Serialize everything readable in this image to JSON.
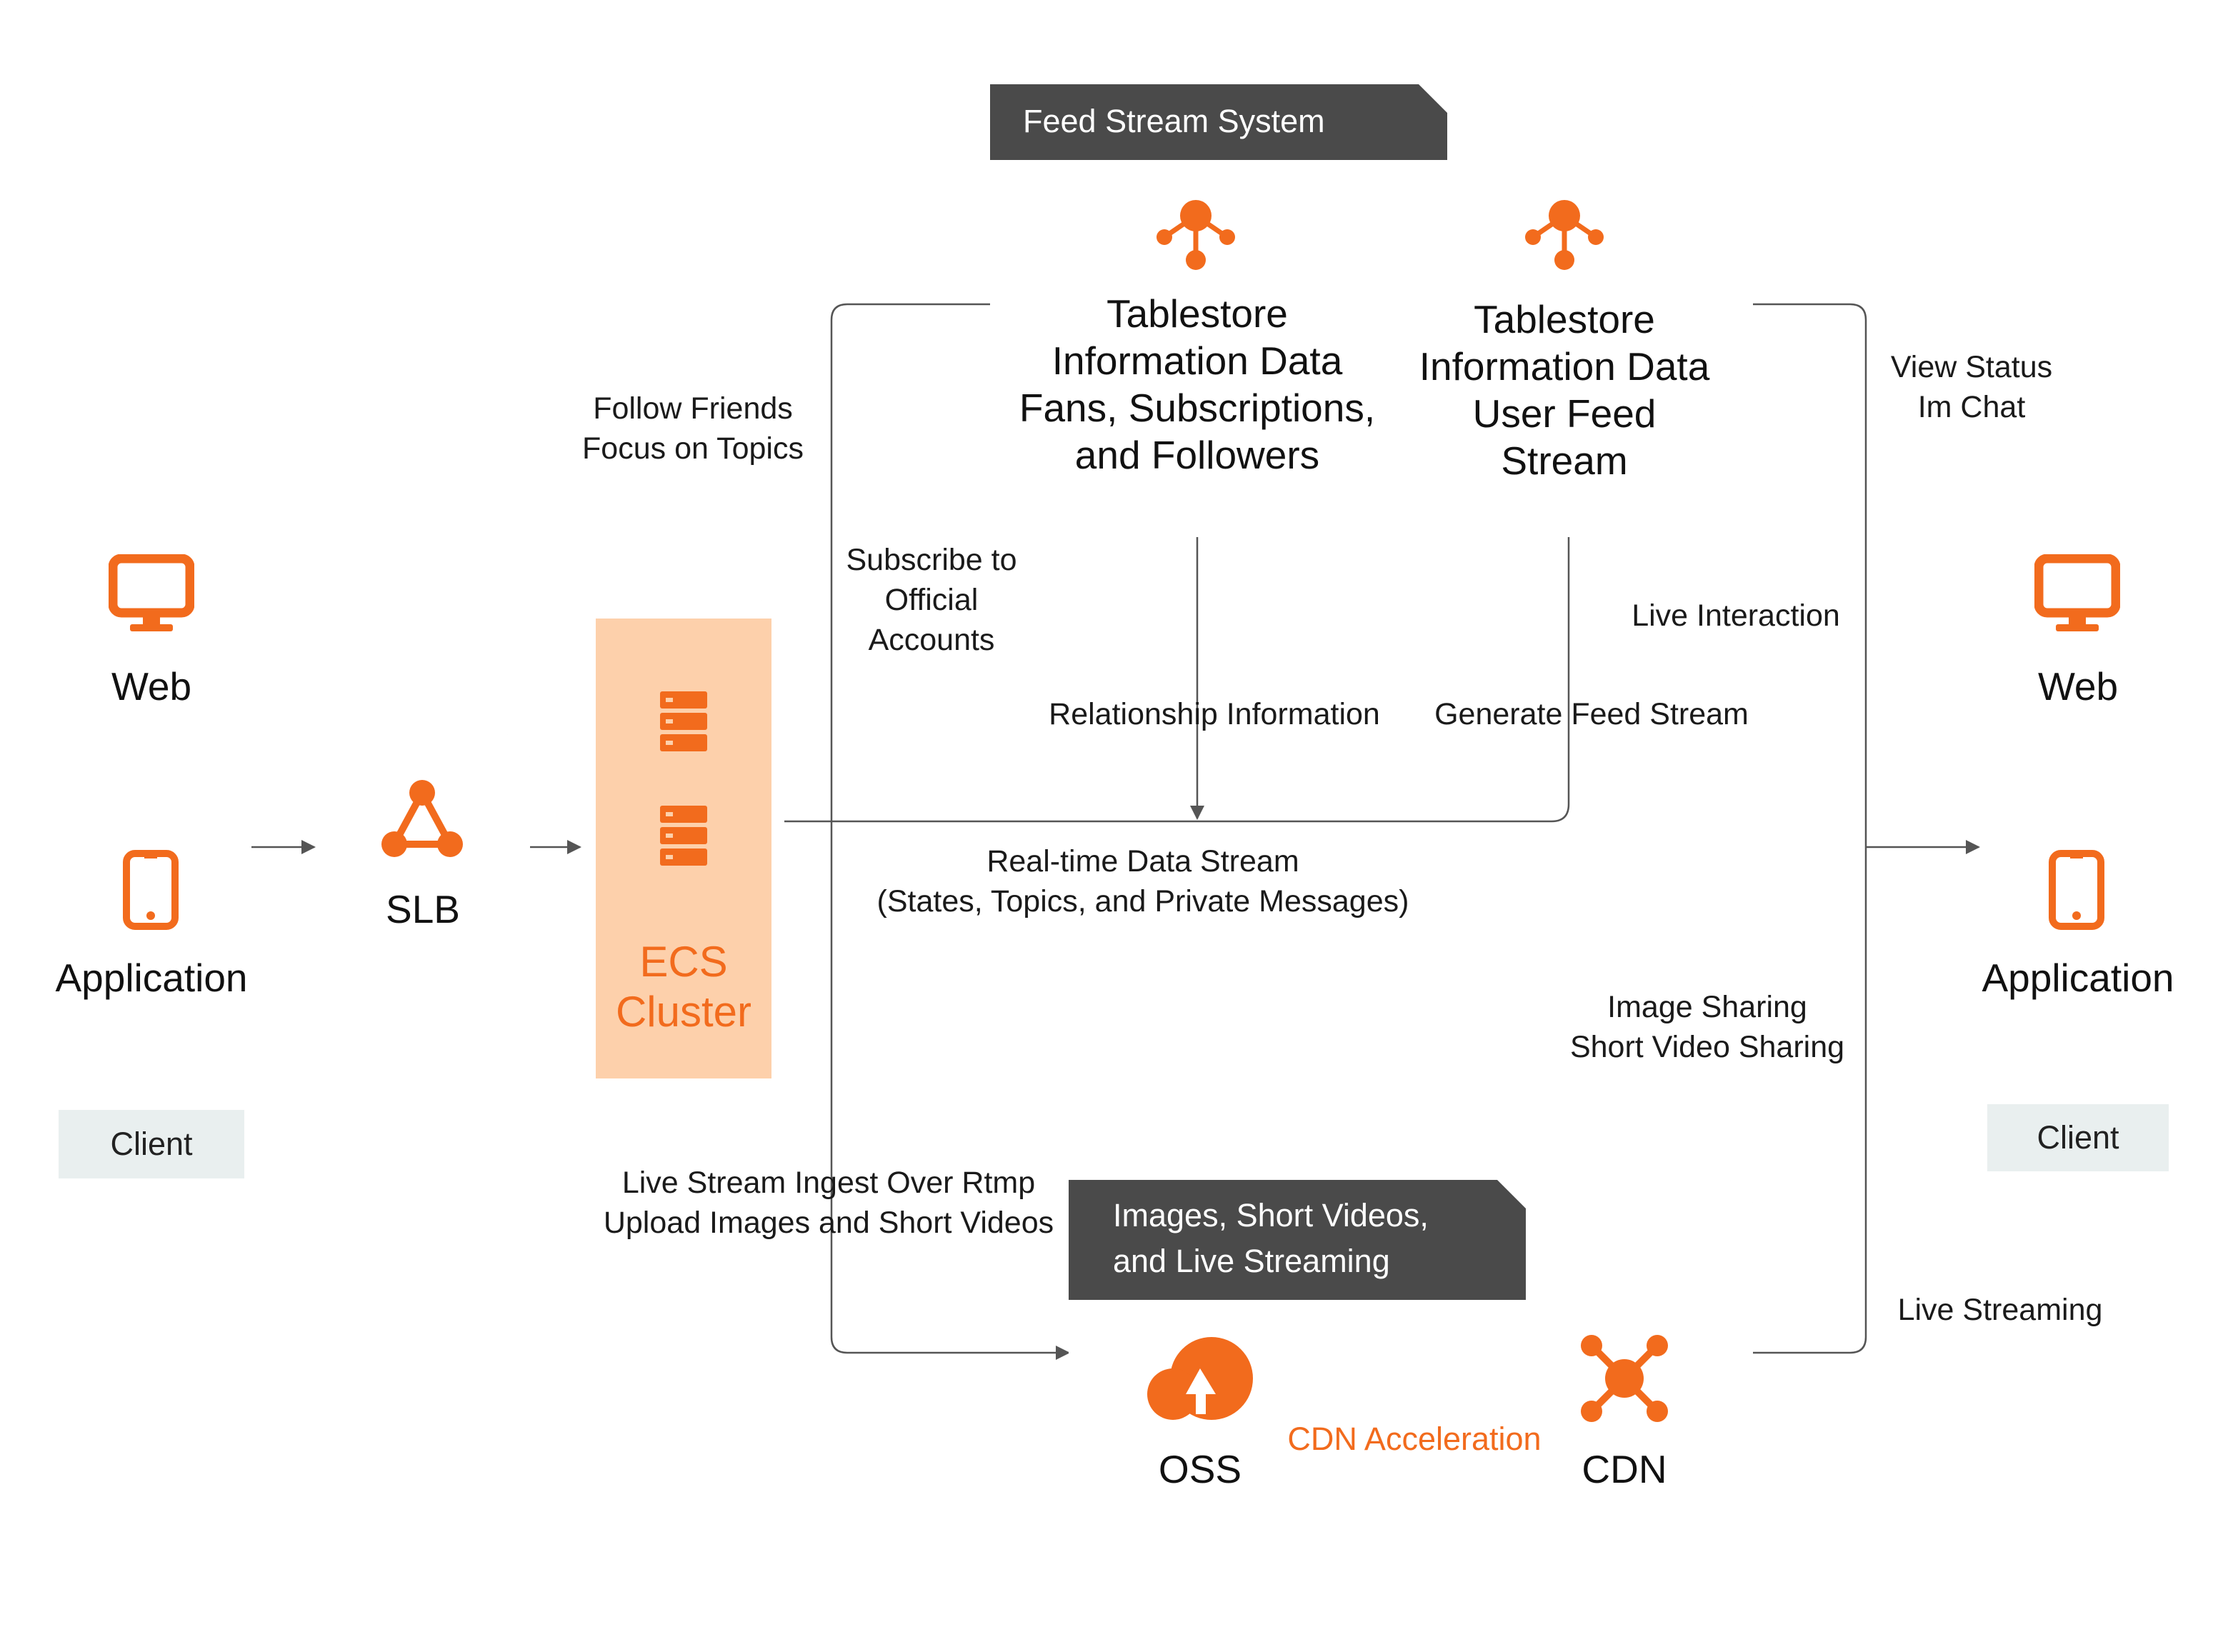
{
  "colors": {
    "accent": "#f26b1d",
    "header": "#4a4a4a",
    "ecs_fill": "#fdd0ab",
    "client_tag": "#e9efef",
    "line": "#555555"
  },
  "client_left": {
    "web": "Web",
    "application": "Application",
    "tag": "Client"
  },
  "client_right": {
    "web": "Web",
    "application": "Application",
    "tag": "Client"
  },
  "slb": {
    "label": "SLB"
  },
  "ecs": {
    "line1": "ECS",
    "line2": "Cluster"
  },
  "feed_system": {
    "title": "Feed Stream System",
    "table1": {
      "line1": "Tablestore",
      "line2": "Information Data",
      "line3": "Fans, Subscriptions,",
      "line4": "and Followers"
    },
    "table2": {
      "line1": "Tablestore",
      "line2": "Information Data",
      "line3": "User Feed",
      "line4": "Stream"
    }
  },
  "media_system": {
    "title_line1": "Images, Short Videos,",
    "title_line2": "and Live Streaming",
    "oss": "OSS",
    "cdn": "CDN",
    "cdn_acceleration": "CDN Acceleration"
  },
  "annotations": {
    "follow_friends": "Follow Friends",
    "focus_topics": "Focus on Topics",
    "subscribe_1": "Subscribe to",
    "subscribe_2": "Official",
    "subscribe_3": "Accounts",
    "relationship": "Relationship Information",
    "generate_feed": "Generate Feed Stream",
    "realtime_1": "Real-time Data Stream",
    "realtime_2": "(States, Topics, and Private Messages)",
    "live_ingest": "Live Stream Ingest Over Rtmp",
    "upload": "Upload Images and Short Videos",
    "view_status": "View Status",
    "im_chat": "Im Chat",
    "live_interaction": "Live Interaction",
    "image_sharing": "Image Sharing",
    "short_video_sharing": "Short Video Sharing",
    "live_streaming": "Live Streaming"
  },
  "icons": [
    "monitor-icon",
    "phone-icon",
    "slb-triangle-icon",
    "server-rack-icon",
    "tablestore-node-icon",
    "oss-cloud-icon",
    "cdn-network-icon"
  ]
}
